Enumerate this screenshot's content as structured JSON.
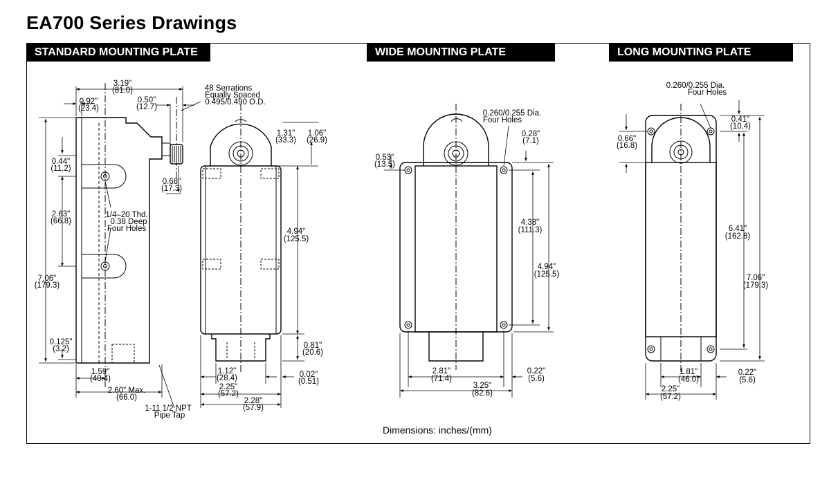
{
  "title": "EA700 Series Drawings",
  "headers": {
    "standard": "STANDARD MOUNTING PLATE",
    "wide": "WIDE MOUNTING PLATE",
    "long": "LONG MOUNTING PLATE"
  },
  "footnote": "Dimensions: inches/(mm)",
  "standard": {
    "width_in": "3.19\"",
    "width_mm": "(81.0)",
    "plate_in": "0.92\"",
    "plate_mm": "(23.4)",
    "knob_in": "0.50\"",
    "knob_mm": "(12.7)",
    "serr1": "48 Serrations",
    "serr2": "Equally Spaced",
    "serr3": "0.495/0.490 O.D.",
    "hole_off_in": "0.44\"",
    "hole_off_mm": "(11.2)",
    "knob_h_in": "0.68\"",
    "knob_h_mm": "(17.3)",
    "hole_sp_in": "2.63\"",
    "hole_sp_mm": "(66.8)",
    "thd1": "1/4–20 Thd.",
    "thd2": "0.38 Deep",
    "thd3": "Four Holes",
    "height_in": "7.06\"",
    "height_mm": "(179.3)",
    "base_in": "0.125\"",
    "base_mm": "(3.2)",
    "conduit_in": "1.59\"",
    "conduit_mm": "(40.4)",
    "max_in": "2.60\" Max.",
    "max_mm": "(66.0)",
    "npt1": "1-11 1/2 NPT",
    "npt2": "Pipe Tap",
    "top_in": "1.31\"",
    "top_mm": "(33.3)",
    "top2_in": "1.06\"",
    "top2_mm": "(26.9)",
    "body_in": "4.94\"",
    "body_mm": "(125.5)",
    "hub_in": "0.81\"",
    "hub_mm": "(20.6)",
    "hubw_in": "1.12\"",
    "hubw_mm": "(28.4)",
    "gap_in": "0.02\"",
    "gap_mm": "(0.51)",
    "w225_in": "2.25\"",
    "w225_mm": "(57.2)",
    "w228_in": "2.28\"",
    "w228_mm": "(57.9)"
  },
  "wide": {
    "holes1": "0.260/0.255 Dia.",
    "holes2": "Four Holes",
    "off_in": "0.53\"",
    "off_mm": "(13.5)",
    "edge_in": "0.28\"",
    "edge_mm": "(7.1)",
    "sp_in": "4.38\"",
    "sp_mm": "(111.3)",
    "body_in": "4.94\"",
    "body_mm": "(125.5)",
    "hole_w_in": "2.81\"",
    "hole_w_mm": "(71.4)",
    "plate_w_in": "3.25\"",
    "plate_w_mm": "(82.6)",
    "side_in": "0.22\"",
    "side_mm": "(5.6)"
  },
  "long": {
    "holes1": "0.260/0.255 Dia.",
    "holes2": "Four Holes",
    "top_in": "0.41\"",
    "top_mm": "(10.4)",
    "off_in": "0.66\"",
    "off_mm": "(16.8)",
    "sp_in": "6.41\"",
    "sp_mm": "(162.8)",
    "height_in": "7.06\"",
    "height_mm": "(179.3)",
    "hole_w_in": "1.81\"",
    "hole_w_mm": "(46.0)",
    "plate_w_in": "2.25\"",
    "plate_w_mm": "(57.2)",
    "side_in": "0.22\"",
    "side_mm": "(5.6)"
  }
}
